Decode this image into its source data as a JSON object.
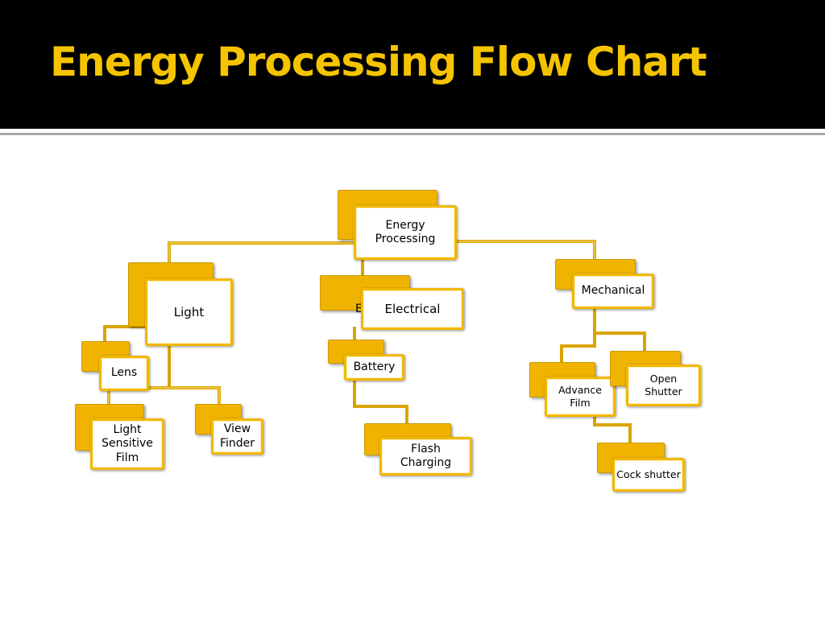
{
  "slide": {
    "title": "Energy Processing Flow Chart"
  },
  "diagram": {
    "root": "Energy\nProcessing",
    "light": {
      "label": "Light",
      "children": [
        "Lens",
        "Light\nSensitive\nFilm",
        "View\nFinder"
      ]
    },
    "electrical": {
      "label": "Electrical",
      "children": [
        "Battery",
        "Flash\nCharging"
      ]
    },
    "mechanical": {
      "label": "Mechanical",
      "children": [
        "Advance\nFilm",
        "Open\nShutter",
        "Cock shutter"
      ]
    }
  },
  "colors": {
    "header_bg": "#000000",
    "title_color": "#f5c400",
    "accent": "#f2b800",
    "accent_dark": "#c99800"
  }
}
